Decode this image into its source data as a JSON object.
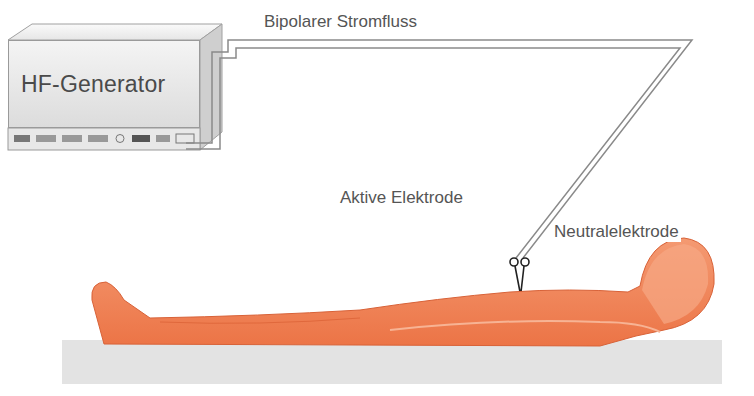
{
  "diagram": {
    "nodes": [
      {
        "text": [
          "HF-Generator"
        ]
      }
    ],
    "labels": [
      "Bipolarer Stromfluss",
      "Aktive Elektrode",
      "Neutralelektrode"
    ]
  }
}
